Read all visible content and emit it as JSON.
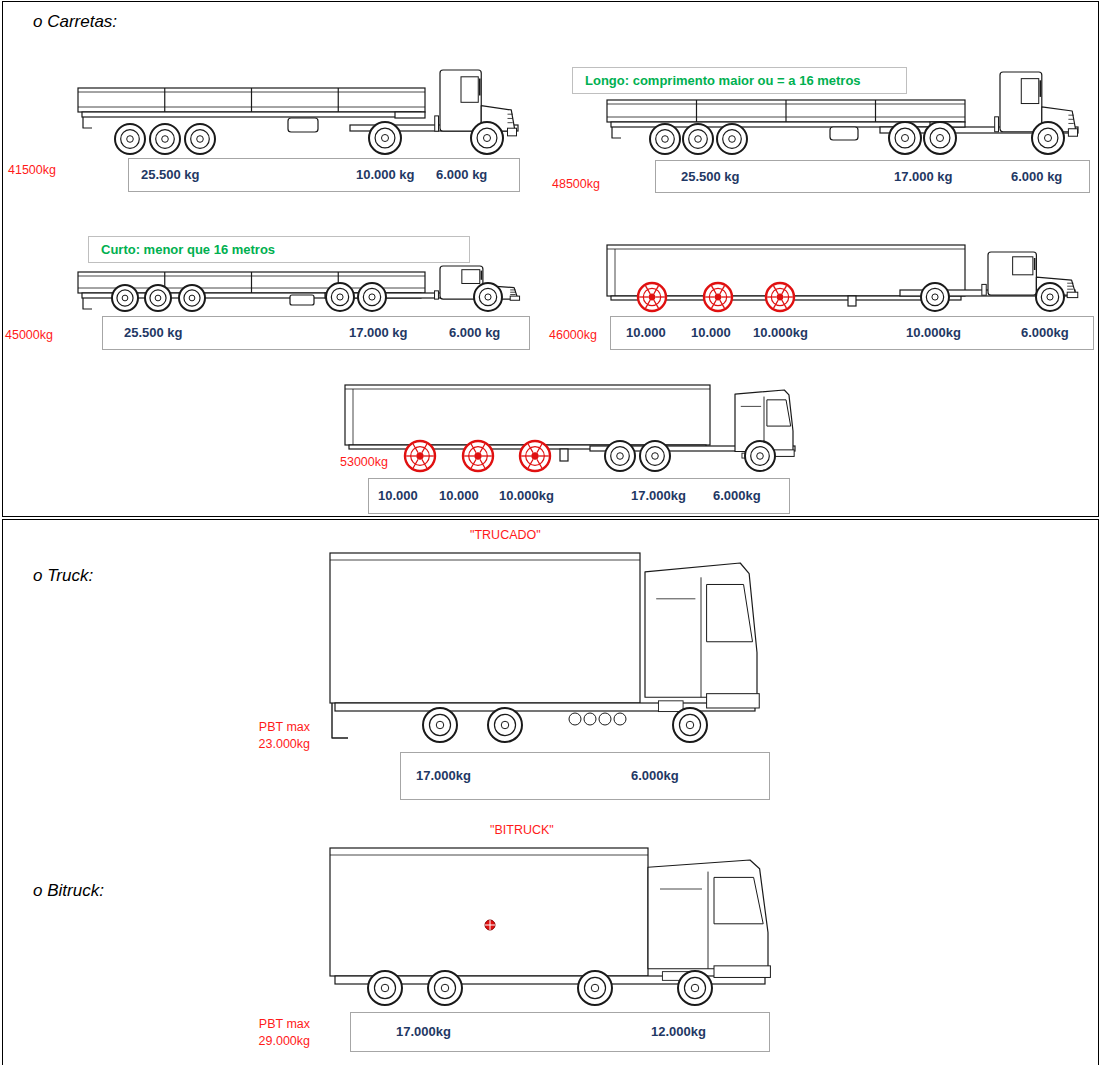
{
  "diagram": {
    "nodes": [
      {
        "text": [
          "o Carretas:"
        ]
      },
      {
        "text": [
          "Longo: comprimento maior ou = a 16 metros"
        ],
        "in": 0
      },
      {
        "text": [
          "25.500 kg",
          "10.000 kg",
          "6.000 kg"
        ],
        "in": 0
      },
      {
        "text": [
          "25.500 kg",
          "17.000 kg",
          "6.000 kg"
        ],
        "in": 0
      },
      {
        "text": [
          "Curto: menor que 16 metros"
        ],
        "in": 0
      },
      {
        "text": [
          "25.500 kg",
          "17.000 kg",
          "6.000 kg"
        ],
        "in": 0
      },
      {
        "text": [
          "10.000",
          "10.000",
          "10.000kg",
          "10.000kg",
          "6.000kg"
        ],
        "in": 0
      },
      {
        "text": [
          "10.000",
          "10.000",
          "10.000kg",
          "17.000kg",
          "6.000kg"
        ],
        "in": 0
      },
      {
        "text": [
          "o Truck:",
          "o Bitruck:"
        ]
      },
      {
        "text": [
          "17.000kg",
          "6.000kg"
        ],
        "in": 8
      },
      {
        "text": [
          "17.000kg",
          "12.000kg"
        ],
        "in": 8
      }
    ],
    "labels": [
      "41500kg",
      "48500kg",
      "45000kg",
      "46000kg",
      "53000kg",
      "\"TRUCADO\"",
      "PBT max 23.000kg",
      "\"BITRUCK\"",
      "PBT max 29.000kg"
    ]
  }
}
